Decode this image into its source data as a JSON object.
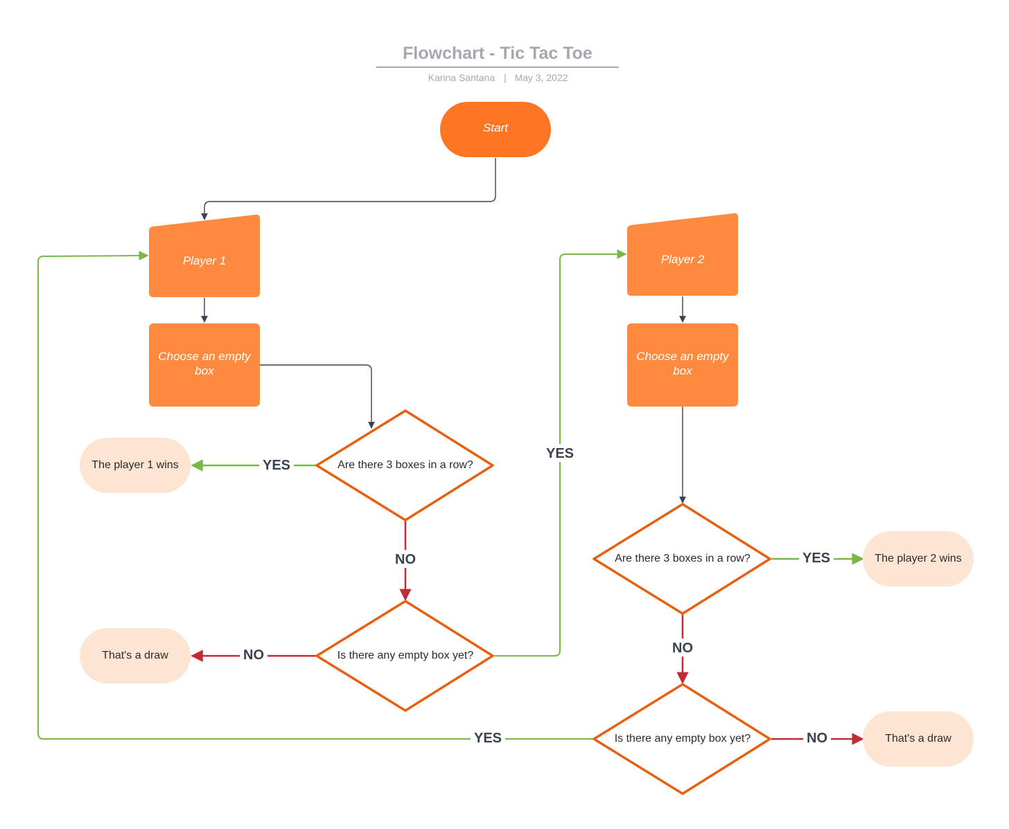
{
  "header": {
    "title": "Flowchart - Tic Tac Toe",
    "author": "Karina Santana",
    "separator": "|",
    "date": "May 3, 2022"
  },
  "nodes": {
    "start": "Start",
    "player1": "Player 1",
    "choose1_line1": "Choose an empty",
    "choose1_line2": "box",
    "player2": "Player 2",
    "choose2_line1": "Choose an empty",
    "choose2_line2": "box",
    "row_check_1": "Are there 3 boxes in a row?",
    "empty_check_1": "Is there any empty box yet?",
    "row_check_2": "Are there 3 boxes in a row?",
    "empty_check_2": "Is there any empty box yet?",
    "p1_wins": "The player 1 wins",
    "draw_1": "That's a draw",
    "p2_wins": "The player 2 wins",
    "draw_2": "That's a draw"
  },
  "edge_labels": {
    "row1_yes": "YES",
    "row1_no": "NO",
    "empty1_no": "NO",
    "empty1_yes": "YES",
    "row2_yes": "YES",
    "row2_no": "NO",
    "empty2_no": "NO",
    "empty2_yes": "YES"
  },
  "colors": {
    "process_fill": "#fd8a3e",
    "start_fill": "#fe7524",
    "decision_stroke": "#e8600e",
    "terminal_fill": "#fde5d4",
    "yes_line": "#7ab648",
    "no_line": "#c12b35",
    "flow_line": "#3a4150",
    "header_text": "#a3a9b1"
  }
}
